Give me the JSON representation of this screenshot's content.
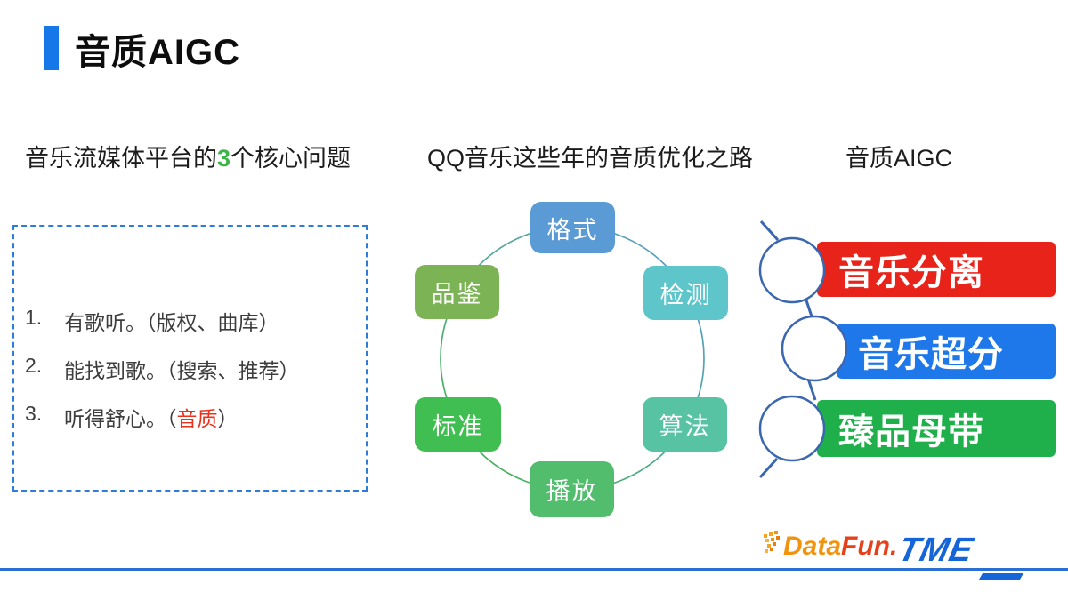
{
  "slide": {
    "title": "音质AIGC",
    "accent_color": "#1677E8"
  },
  "left_panel": {
    "heading": {
      "pre": "音乐流媒体平台的",
      "highlight": "3",
      "post": "个核心问题",
      "highlight_color": "#3DB44A"
    },
    "items": [
      {
        "num": "1.",
        "pre": "有歌听。（版权、曲库）",
        "highlight": "",
        "post": ""
      },
      {
        "num": "2.",
        "pre": "能找到歌。（搜索、推荐）",
        "highlight": "",
        "post": ""
      },
      {
        "num": "3.",
        "pre": "听得舒心。（",
        "highlight": "音质",
        "post": "）",
        "highlight_color": "#E8321E"
      }
    ]
  },
  "center_panel": {
    "heading": "QQ音乐这些年的音质优化之路",
    "ring_gradient": [
      "#45B649",
      "#5B9BD5"
    ],
    "cycle_nodes": [
      {
        "label": "格式",
        "color": "#5B9BD5",
        "position": "top"
      },
      {
        "label": "检测",
        "color": "#5EC6CB",
        "position": "top-right"
      },
      {
        "label": "算法",
        "color": "#57C3A3",
        "position": "bottom-right"
      },
      {
        "label": "播放",
        "color": "#53BD6E",
        "position": "bottom"
      },
      {
        "label": "标准",
        "color": "#41BE51",
        "position": "bottom-left"
      },
      {
        "label": "品鉴",
        "color": "#7CB355",
        "position": "top-left"
      }
    ]
  },
  "right_panel": {
    "heading": "音质AIGC",
    "skewer_color": "#3A67B0",
    "bars": [
      {
        "label": "音乐分离",
        "color": "#E8231A"
      },
      {
        "label": "音乐超分",
        "color": "#1E78E9"
      },
      {
        "label": "臻品母带",
        "color": "#1FAF4B"
      }
    ]
  },
  "footer": {
    "line_color": "#2B6FD4",
    "datafun_part1": "Data",
    "datafun_part2": "Fun.",
    "tme_text": "TME"
  }
}
